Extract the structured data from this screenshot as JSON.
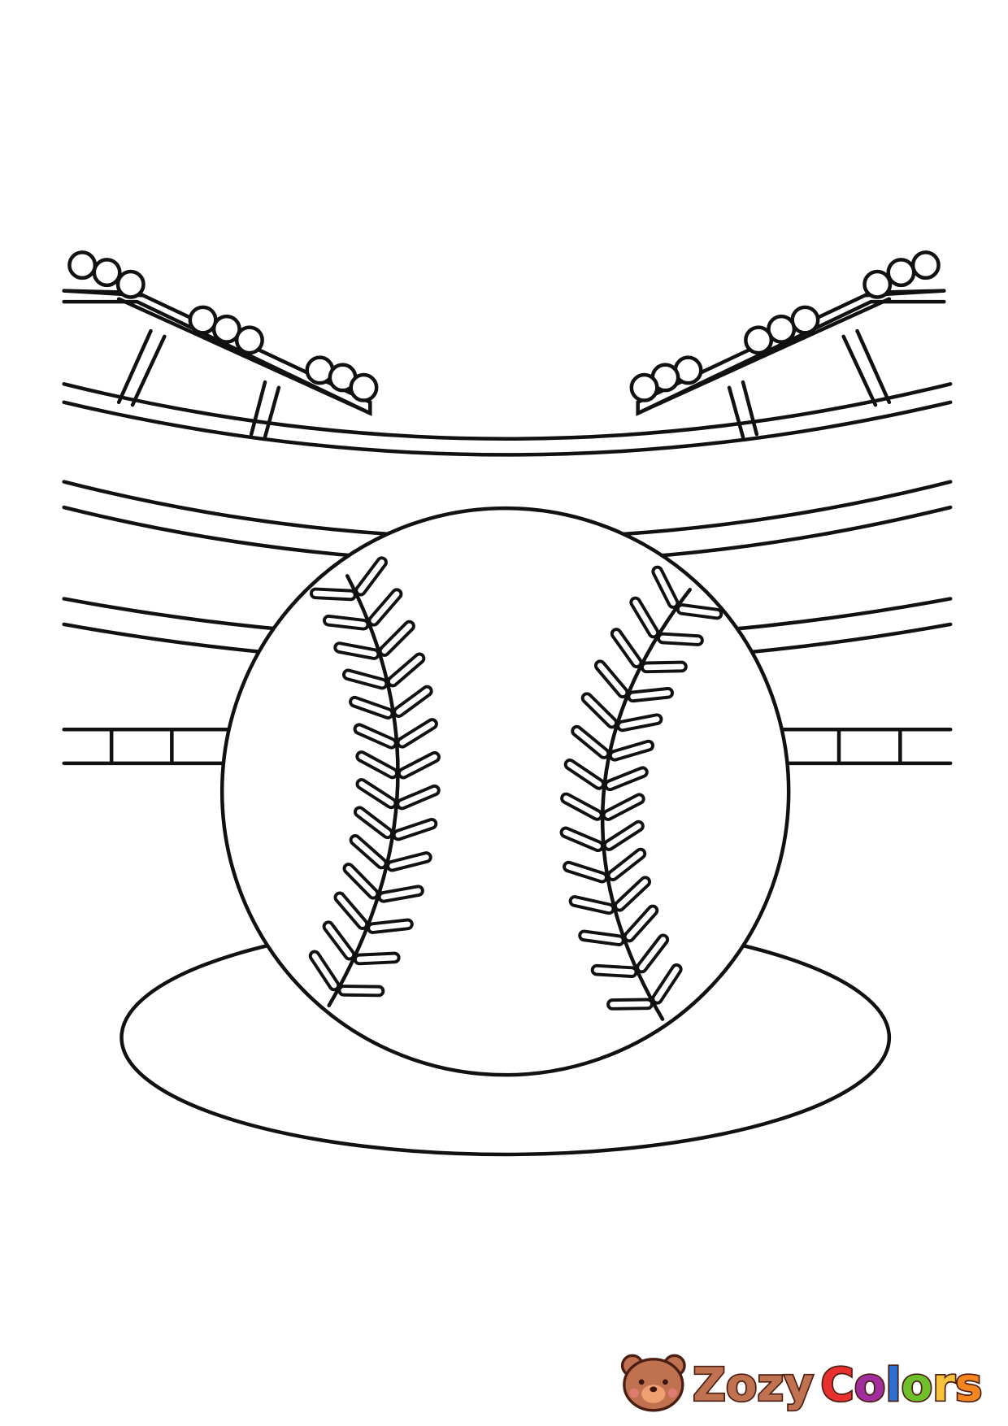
{
  "page": {
    "subject": "baseball-stadium-coloring-page"
  },
  "logo": {
    "brand": "Zozy",
    "word": "Colors",
    "brand_color": "#c0714f",
    "letter_colors": [
      "#e8302f",
      "#a22d9e",
      "#2f6fd0",
      "#6fbf2a",
      "#f6c23a",
      "#f5851f"
    ],
    "icon": "bear-face-icon"
  }
}
